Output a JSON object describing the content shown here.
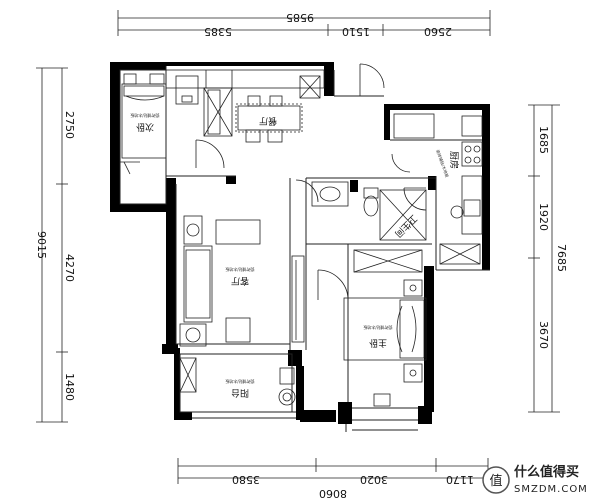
{
  "floor_plan": {
    "dimensions": {
      "top_total": "9585",
      "top_segments": [
        "5385",
        "1510",
        "2560"
      ],
      "bottom_total": "8060",
      "bottom_segments": [
        "3580",
        "3020",
        "1170"
      ],
      "left_total": "9015",
      "left_segments": [
        "2750",
        "4270",
        "1480"
      ],
      "right_total": "7685",
      "right_segments": [
        "1685",
        "1920",
        "3670"
      ]
    },
    "rooms": {
      "second_bedroom": "次卧",
      "living_room": "客厅",
      "master_bedroom": "主卧",
      "balcony": "阳台",
      "bathroom": "卫生间",
      "kitchen": "厨房",
      "dining": "餐厅"
    },
    "fine_print": "瓷砖铺贴/木地板"
  },
  "watermark": {
    "brand": "什么值得买",
    "domain": "SMZDM.COM",
    "logo_glyph": "值"
  }
}
